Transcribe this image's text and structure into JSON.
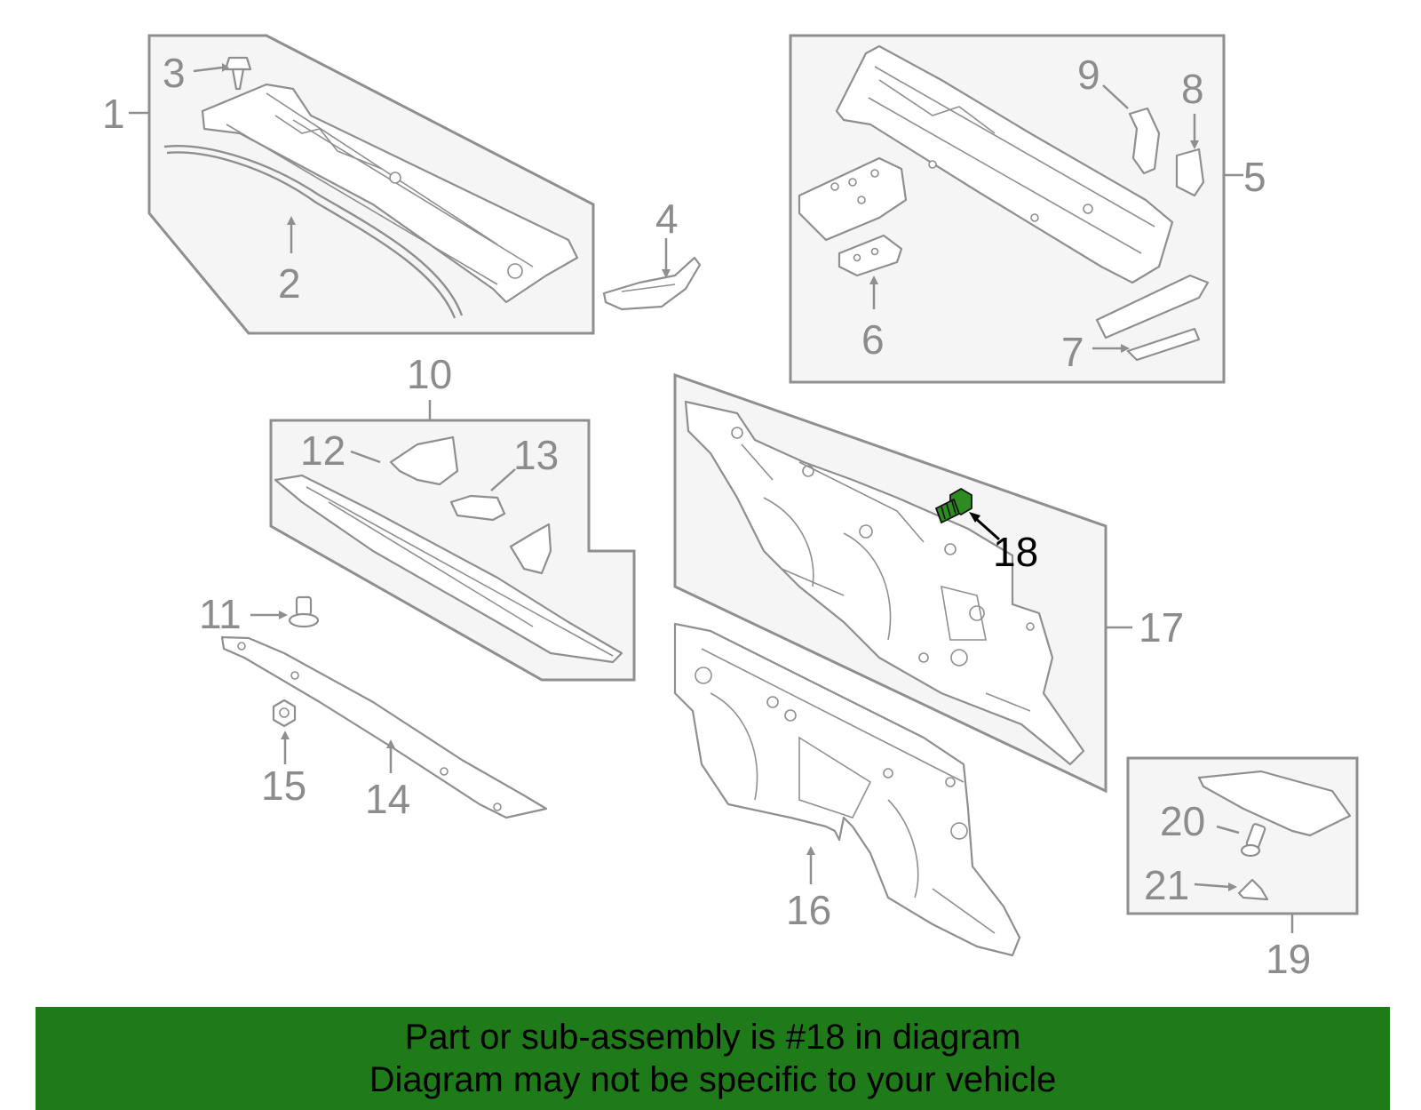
{
  "callouts": {
    "c1": "1",
    "c2": "2",
    "c3": "3",
    "c4": "4",
    "c5": "5",
    "c6": "6",
    "c7": "7",
    "c8": "8",
    "c9": "9",
    "c10": "10",
    "c11": "11",
    "c12": "12",
    "c13": "13",
    "c14": "14",
    "c15": "15",
    "c16": "16",
    "c17": "17",
    "c18": "18",
    "c19": "19",
    "c20": "20",
    "c21": "21"
  },
  "highlight": {
    "part_number": "18",
    "color": "#2e8b22"
  },
  "colors": {
    "line": "#8f8f8f",
    "box_fill": "#f5f5f5",
    "banner": "#1f7a19"
  },
  "banner": {
    "line1": "Part or sub-assembly is #18 in diagram",
    "line2": "Diagram may not be specific to your vehicle"
  }
}
